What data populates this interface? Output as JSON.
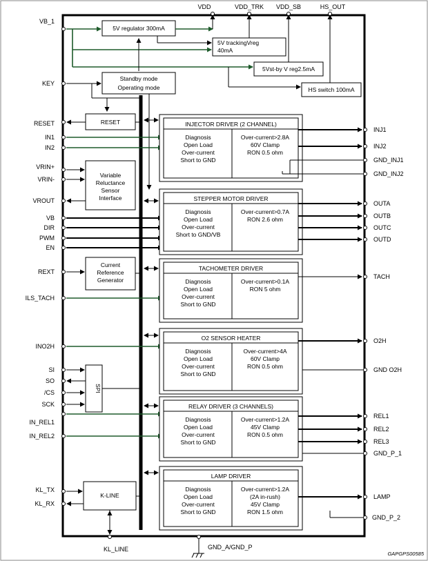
{
  "top_pins": [
    "VDD",
    "VDD_TRK",
    "VDD_SB",
    "HS_OUT"
  ],
  "left_pins": {
    "vb1": "VB_1",
    "key": "KEY",
    "reset": "RESET",
    "in1": "IN1",
    "in2": "IN2",
    "vrin_p": "VRIN+",
    "vrin_m": "VRIN-",
    "vrout": "VROUT",
    "vb": "VB",
    "dir": "DIR",
    "pwm": "PWM",
    "en": "EN",
    "rext": "REXT",
    "ils_tach": "ILS_TACH",
    "ino2h": "INO2H",
    "si": "SI",
    "so": "SO",
    "cs": "/CS",
    "sck": "SCK",
    "in_rel1": "IN_REL1",
    "in_rel2": "IN_REL2",
    "kl_tx": "KL_TX",
    "kl_rx": "KL_RX"
  },
  "right_pins": {
    "inj1": "INJ1",
    "inj2": "INJ2",
    "gnd_inj1": "GND_INJ1",
    "gnd_inj2": "GND_INJ2",
    "outa": "OUTA",
    "outb": "OUTB",
    "outc": "OUTC",
    "outd": "OUTD",
    "tach": "TACH",
    "o2h": "O2H",
    "gnd_o2h": "GND O2H",
    "rel1": "REL1",
    "rel2": "REL2",
    "rel3": "REL3",
    "gnd_p1": "GND_P_1",
    "lamp": "LAMP",
    "gnd_p2": "GND_P_2"
  },
  "bottom_pins": {
    "kl_line": "KL_LINE",
    "gnd": "GND_A/GND_P"
  },
  "blocks": {
    "reg5v": "5V regulator 300mA",
    "trk": [
      "5V trackingVreg",
      "40mA"
    ],
    "stby_reg": "5Vst-by V reg2.5mA",
    "hs_switch": "HS switch 100mA",
    "standby": [
      "Standby mode",
      "Operating mode"
    ],
    "reset": "RESET",
    "vrs": [
      "Variable",
      "Reluctance",
      "Sensor",
      "Interface"
    ],
    "crg": [
      "Current",
      "Reference",
      "Generator"
    ],
    "spi": "SPI",
    "kline": "K-LINE"
  },
  "drivers": {
    "injector": {
      "title": "INJECTOR DRIVER (2 CHANNEL)",
      "diag": [
        "Diagnosis",
        "Open Load",
        "Over-current",
        "Short to GND"
      ],
      "spec": [
        "Over-current>2.8A",
        "60V Clamp",
        "RON 0.5 ohm"
      ]
    },
    "stepper": {
      "title": "STEPPER MOTOR DRIVER",
      "diag": [
        "Diagnosis",
        "Open Load",
        "Over-current",
        "Short to GND/VB"
      ],
      "spec": [
        "Over-current>0.7A",
        "RON 2.6 ohm"
      ]
    },
    "tach": {
      "title": "TACHOMETER DRIVER",
      "diag": [
        "Diagnosis",
        "Open Load",
        "Over-current",
        "Short to GND"
      ],
      "spec": [
        "Over-current>0.1A",
        "RON 5 ohm"
      ]
    },
    "o2": {
      "title": "O2 SENSOR HEATER",
      "diag": [
        "Diagnosis",
        "Open Load",
        "Over-current",
        "Short to GND"
      ],
      "spec": [
        "Over-current>4A",
        "60V Clamp",
        "RON 0.5 ohm"
      ]
    },
    "relay": {
      "title": "RELAY DRIVER (3 CHANNELS)",
      "diag": [
        "Diagnosis",
        "Open Load",
        "Over-current",
        "Short to GND"
      ],
      "spec": [
        "Over-current>1.2A",
        "45V Clamp",
        "RON 0.5 ohm"
      ]
    },
    "lamp": {
      "title": "LAMP DRIVER",
      "diag": [
        "Diagnosis",
        "Open Load",
        "Over-current",
        "Short to GND"
      ],
      "spec": [
        "Over-current>1.2A",
        "(2A in-rush)",
        "45V Clamp",
        "RON 1.5 ohm"
      ]
    }
  },
  "figure_id": "GAPGPS00585"
}
